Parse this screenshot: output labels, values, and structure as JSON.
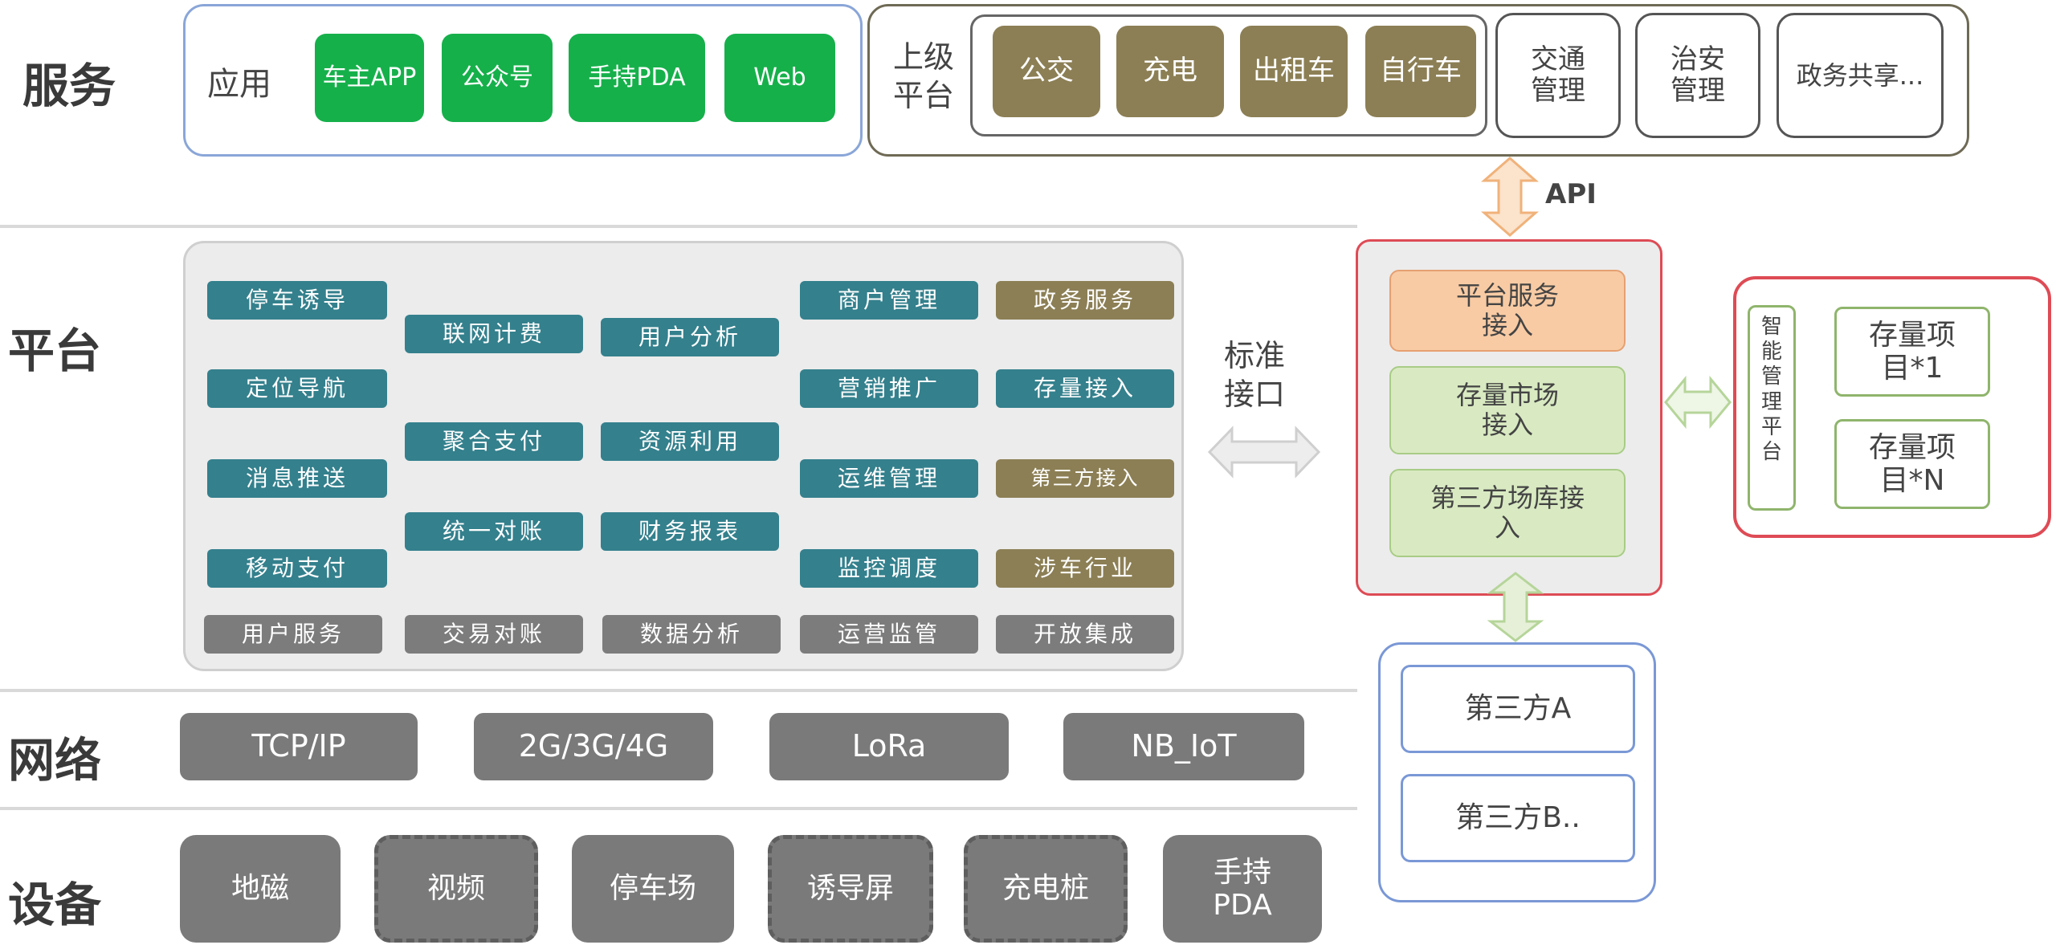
{
  "layers": {
    "service": "服务",
    "platform": "平台",
    "network": "网络",
    "device": "设备"
  },
  "service": {
    "app_label": "应用",
    "apps": [
      "车主APP",
      "公众号",
      "手持PDA",
      "Web"
    ],
    "upper_label_1": "上级",
    "upper_label_2": "平台",
    "upper_items": [
      "公交",
      "充电",
      "出租车",
      "自行车"
    ],
    "mgmt_items": [
      "交通\n管理",
      "治安\n管理",
      "政务共享..."
    ]
  },
  "api_label": "API",
  "platform": {
    "col1": [
      "停车诱导",
      "定位导航",
      "消息推送",
      "移动支付"
    ],
    "col2": [
      "联网计费",
      "聚合支付",
      "统一对账"
    ],
    "col3": [
      "用户分析",
      "资源利用",
      "财务报表"
    ],
    "col4": [
      "商户管理",
      "营销推广",
      "运维管理",
      "监控调度"
    ],
    "col5": [
      "政务服务",
      "存量接入",
      "第三方接入",
      "涉车行业"
    ],
    "bottom": [
      "用户服务",
      "交易对账",
      "数据分析",
      "运营监管",
      "开放集成"
    ]
  },
  "std_interface": "标准\n接口",
  "access": {
    "items": [
      "平台服务\n接入",
      "存量市场\n接入",
      "第三方场库接\n入"
    ]
  },
  "smart": {
    "label": "智能管理平台",
    "projects": [
      "存量项\n目*1",
      "存量项\n目*N"
    ]
  },
  "third_party": [
    "第三方A",
    "第三方B.."
  ],
  "network": [
    "TCP/IP",
    "2G/3G/4G",
    "LoRa",
    "NB_IoT"
  ],
  "device": [
    "地磁",
    "视频",
    "停车场",
    "诱导屏",
    "充电桩",
    "手持\nPDA"
  ]
}
